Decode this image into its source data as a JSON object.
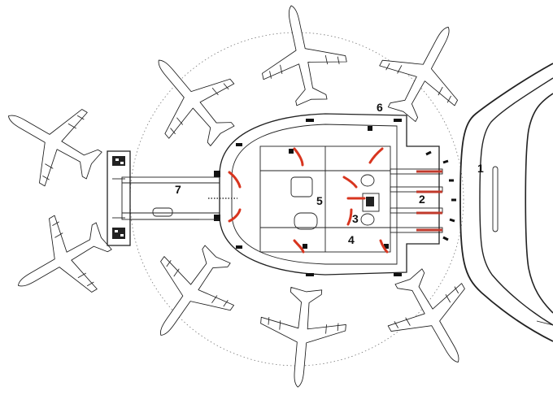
{
  "diagram": {
    "labels": {
      "l1": "1",
      "l2": "2",
      "l3": "3",
      "l4": "4",
      "l5": "5",
      "l6": "6",
      "l7": "7"
    },
    "colors": {
      "ink": "#1a1a1a",
      "accent_red": "#d8351f",
      "background": "#ffffff"
    }
  }
}
